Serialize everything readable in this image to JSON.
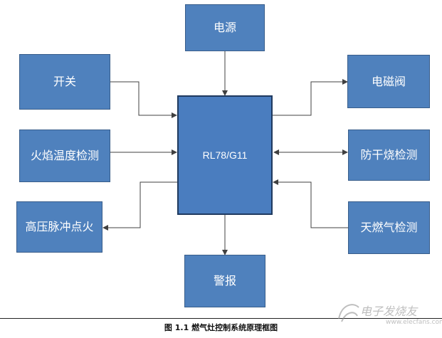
{
  "nodes": {
    "power": "电源",
    "switch": "开关",
    "flame_temp": "火焰温度检测",
    "hv_ignition": "高压脉冲点火",
    "mcu": "RL78/G11",
    "solenoid": "电磁阀",
    "dry_burn": "防干烧检测",
    "gas_detect": "天燃气检测",
    "alarm": "警报"
  },
  "caption": "图 1.1  燃气灶控制系统原理框图",
  "watermark": {
    "brand": "电子发烧友",
    "url": "www.elecfans.com"
  },
  "colors": {
    "box_fill": "#4f81bd",
    "box_border": "#385d8a",
    "connector": "#404040"
  }
}
